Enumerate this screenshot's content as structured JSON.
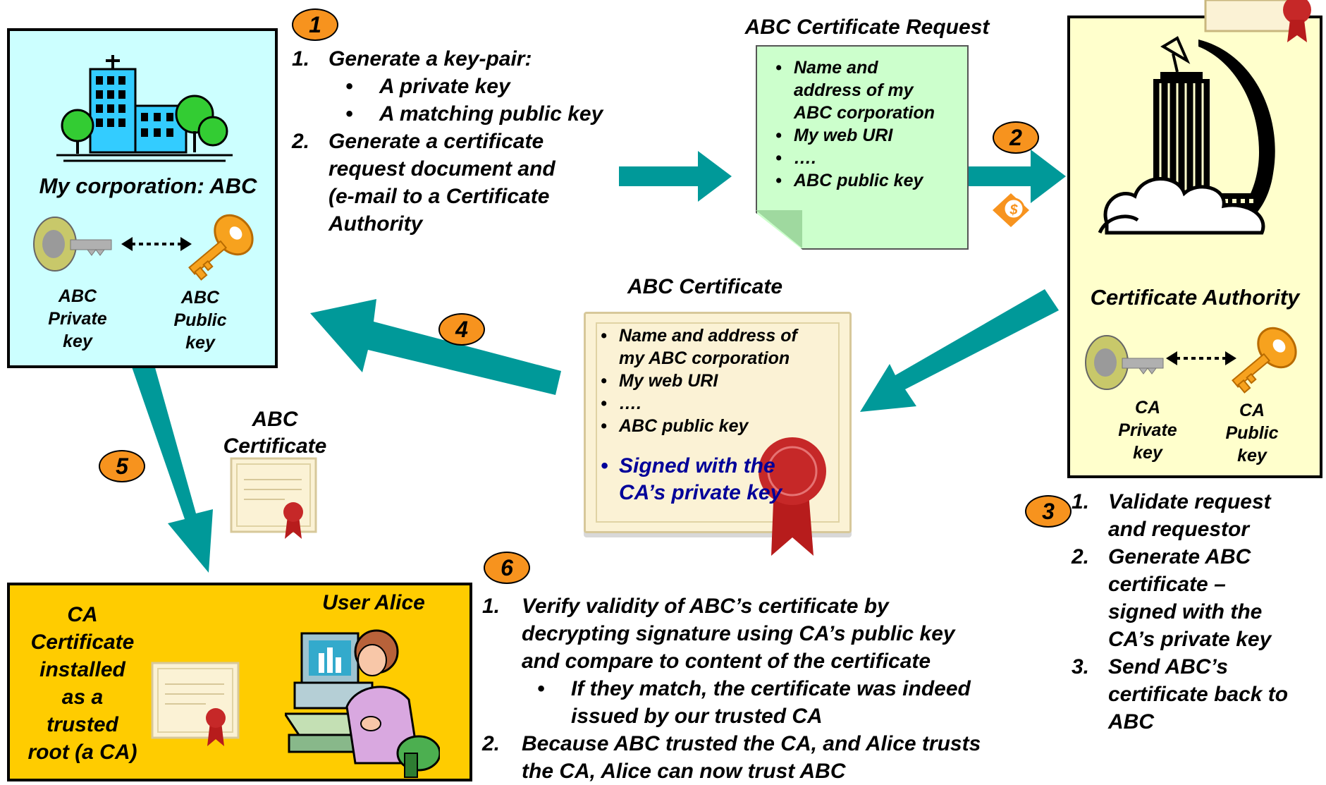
{
  "badges": [
    "1",
    "2",
    "3",
    "4",
    "5",
    "6"
  ],
  "corporation": {
    "title": "My corporation: ABC",
    "private_key_label": [
      "ABC",
      "Private",
      "key"
    ],
    "public_key_label": [
      "ABC",
      "Public",
      "key"
    ]
  },
  "step1": {
    "items": [
      {
        "num": "1.",
        "text": "Generate a key-pair:"
      },
      {
        "bullet": "A private key"
      },
      {
        "bullet": "A matching public key"
      },
      {
        "num": "2.",
        "text": "Generate a certificate"
      },
      {
        "text": "request document and"
      },
      {
        "text": "(e-mail to a Certificate"
      },
      {
        "text": "Authority"
      }
    ]
  },
  "request_doc": {
    "title": "ABC Certificate Request",
    "lines": [
      "Name and",
      "address of my",
      "ABC corporation",
      "My web URI",
      "….",
      "ABC public key"
    ]
  },
  "ca": {
    "title": "Certificate Authority",
    "private_key_label": [
      "CA",
      "Private",
      "key"
    ],
    "public_key_label": [
      "CA",
      "Public",
      "key"
    ]
  },
  "step3": {
    "items": [
      [
        "1.",
        "Validate request"
      ],
      [
        "",
        "and requestor"
      ],
      [
        "2.",
        "Generate ABC"
      ],
      [
        "",
        "certificate –"
      ],
      [
        "",
        "signed with the"
      ],
      [
        "",
        "CA’s private key"
      ],
      [
        "3.",
        "Send ABC’s"
      ],
      [
        "",
        "certificate back to"
      ],
      [
        "",
        "ABC"
      ]
    ]
  },
  "certificate": {
    "title": "ABC Certificate",
    "lines": [
      "Name and address of",
      "my ABC corporation",
      "My web URI",
      "….",
      "ABC public key"
    ],
    "signed": [
      "Signed with the",
      "CA’s private key"
    ]
  },
  "small_cert_label": [
    "ABC",
    "Certificate"
  ],
  "alice_box": {
    "user": "User Alice",
    "ca_cert": [
      "CA",
      "Certificate",
      "installed",
      "as a",
      "trusted",
      "root (a CA)"
    ]
  },
  "step6": {
    "items": [
      [
        "1.",
        "Verify validity of ABC’s certificate by"
      ],
      [
        "",
        "decrypting signature using CA’s public key"
      ],
      [
        "",
        "and compare to content of the certificate"
      ],
      [
        "•",
        "If they match, the certificate was indeed"
      ],
      [
        "",
        "issued by our trusted CA"
      ],
      [
        "2.",
        "Because ABC trusted the CA, and Alice trusts"
      ],
      [
        "",
        "the CA, Alice can now trust ABC"
      ]
    ]
  },
  "colors": {
    "arrow": "#009999",
    "badge": "#f7931e",
    "abc_box": "#ccffff",
    "ca_box": "#ffffcc",
    "alice_box": "#ffcc00",
    "request_doc": "#ccffcc",
    "signed_text": "#000099"
  },
  "icons": [
    "building-icon",
    "private-key-icon",
    "public-key-icon",
    "ca-building-icon",
    "money-icon",
    "certificate-icon",
    "seal-icon",
    "user-computer-icon"
  ]
}
